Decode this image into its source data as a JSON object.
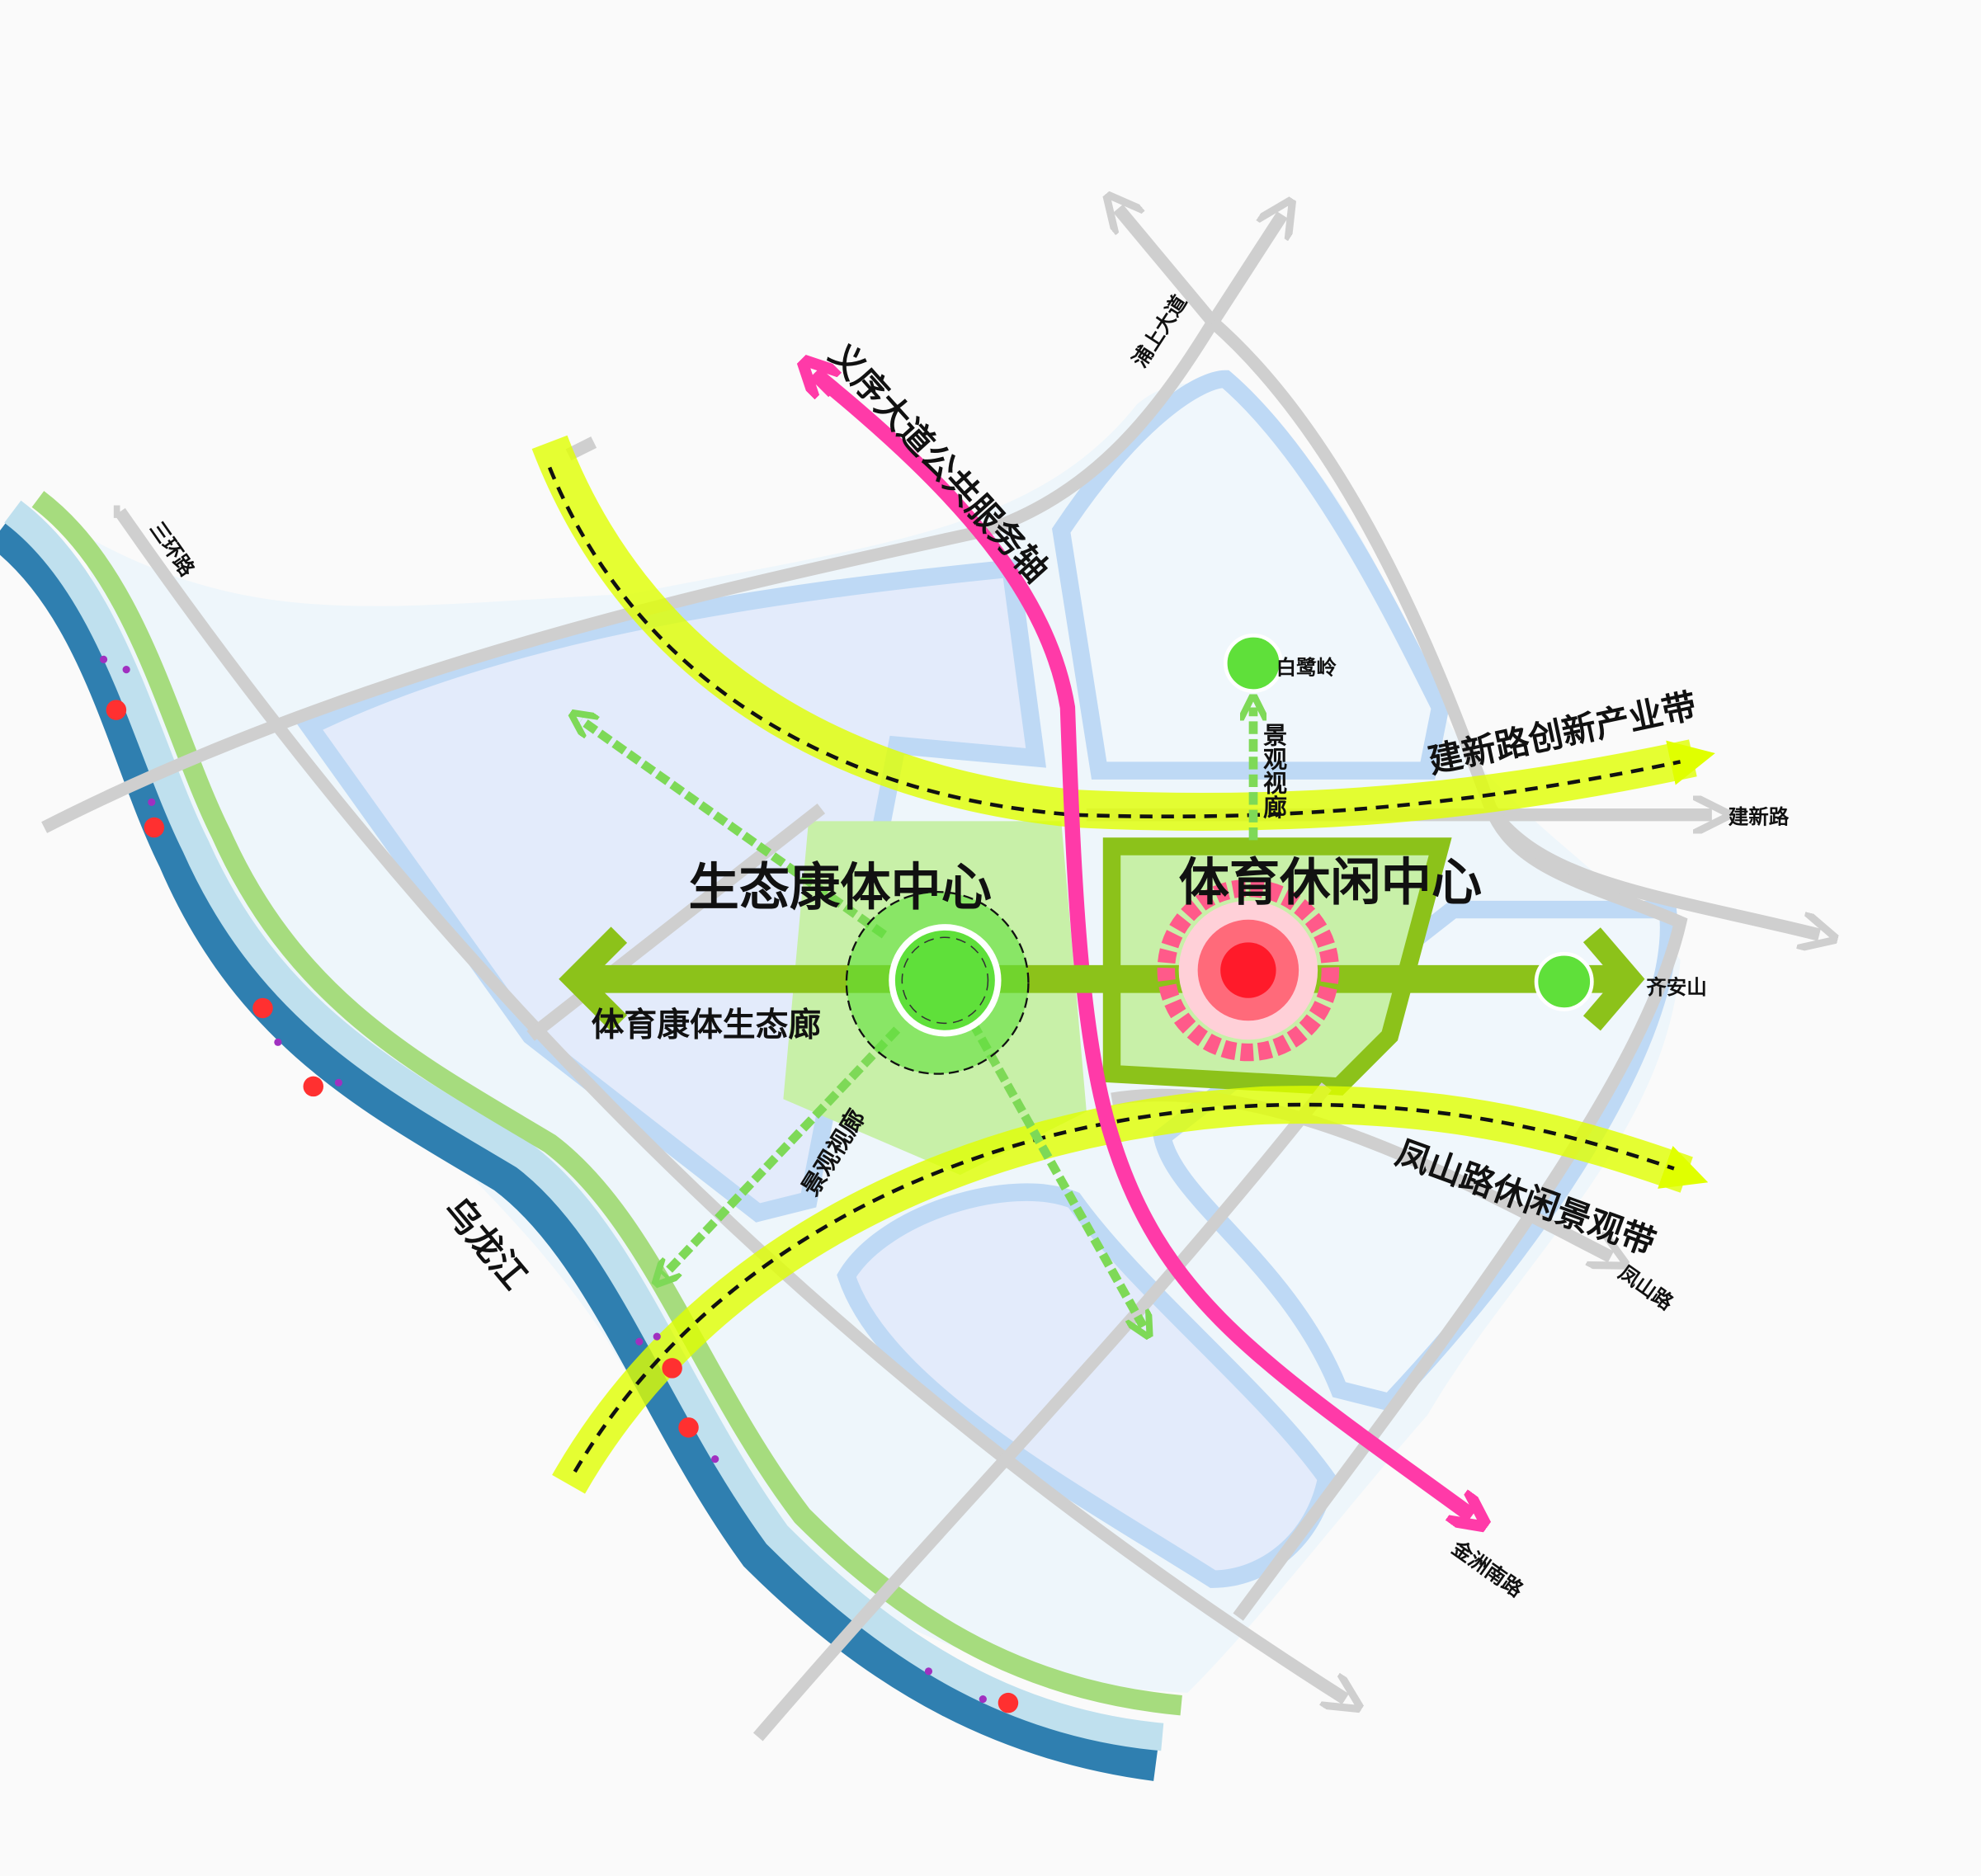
{
  "labels": {
    "center_eco": "生态康体中心",
    "center_sports": "体育休闲中心",
    "corridor_eco": "体育康体生态廊",
    "axis_public": "义序大道公共服务轴",
    "belt_jianxin": "建新路创新产业带",
    "belt_fengshan": "凤山路休闲景观带",
    "view_corridor_north": "景观视廊",
    "view_corridor_south": "景观视廊",
    "bailuling": "白鹭岭",
    "qianshan": "齐安山",
    "river": "乌龙江",
    "road_sanhuan": "三环路",
    "road_pushang": "浦上大道",
    "road_jianxin": "建新路",
    "road_fengshan": "凤山路",
    "road_jinzhounan": "金洲南路"
  },
  "colors": {
    "river": "#2f7fb0",
    "riverbank": "#a6dc7e",
    "road": "#cfcfcf",
    "public_axis": "#ff3aa8",
    "belt": "#e0ff00",
    "eco_corridor": "#8cc21a",
    "view_corridor": "#7ed957",
    "eco_center": "#5fe03a",
    "sports_center": "#ff1a2a",
    "district": "#e3ebfb",
    "canal": "#bed9f5"
  }
}
